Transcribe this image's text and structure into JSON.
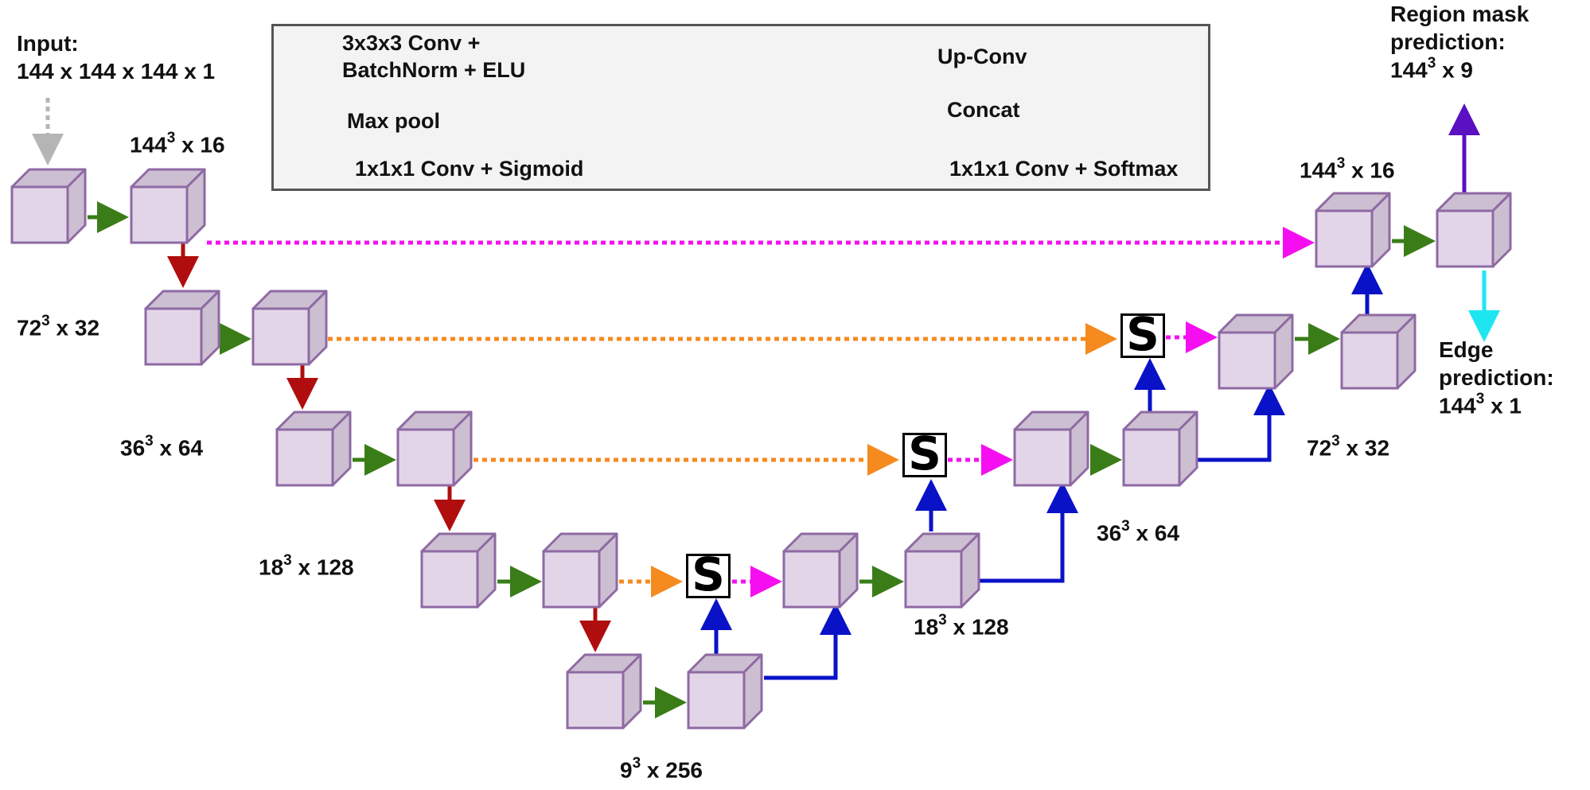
{
  "input_label": [
    "Input:",
    "144 x 144 x 144 x 1"
  ],
  "legend": {
    "conv_bn_elu": [
      "3x3x3 Conv +",
      "BatchNorm + ELU"
    ],
    "max_pool": "Max pool",
    "conv_sigmoid": "1x1x1 Conv + Sigmoid",
    "up_conv": "Up-Conv",
    "concat": "Concat",
    "conv_softmax": "1x1x1 Conv + Softmax"
  },
  "colors": {
    "conv_bn_elu": "#3a7d18",
    "max_pool": "#b00e0e",
    "conv_sigmoid": "#1ee6f0",
    "up_conv": "#0a12c8",
    "concat": "#f50ff0",
    "conv_softmax": "#5b10c2",
    "skip": "#f58a1f",
    "input_arrow": "#b5b5b5",
    "block_face": "#e3d5e8",
    "block_side": "#cdbfd2",
    "block_edge": "#8e6aa3"
  },
  "dims": {
    "enc_144": {
      "base": "144",
      "exp": "3",
      "rest": " x 16"
    },
    "enc_72": {
      "base": "72",
      "exp": "3",
      "rest": " x 32"
    },
    "enc_36": {
      "base": "36",
      "exp": "3",
      "rest": " x 64"
    },
    "enc_18": {
      "base": "18",
      "exp": "3",
      "rest": " x 128"
    },
    "bottleneck": {
      "base": "9",
      "exp": "3",
      "rest": " x 256"
    },
    "dec_18": {
      "base": "18",
      "exp": "3",
      "rest": " x 128"
    },
    "dec_36": {
      "base": "36",
      "exp": "3",
      "rest": " x 64"
    },
    "dec_72": {
      "base": "72",
      "exp": "3",
      "rest": " x 32"
    },
    "dec_144": {
      "base": "144",
      "exp": "3",
      "rest": " x 16"
    }
  },
  "region_output": {
    "title": [
      "Region mask",
      "prediction:"
    ],
    "base": "144",
    "exp": "3",
    "rest": " x 9"
  },
  "edge_output": {
    "title": [
      "Edge",
      "prediction:"
    ],
    "base": "144",
    "exp": "3",
    "rest": " x 1"
  },
  "gate_symbol": "S"
}
